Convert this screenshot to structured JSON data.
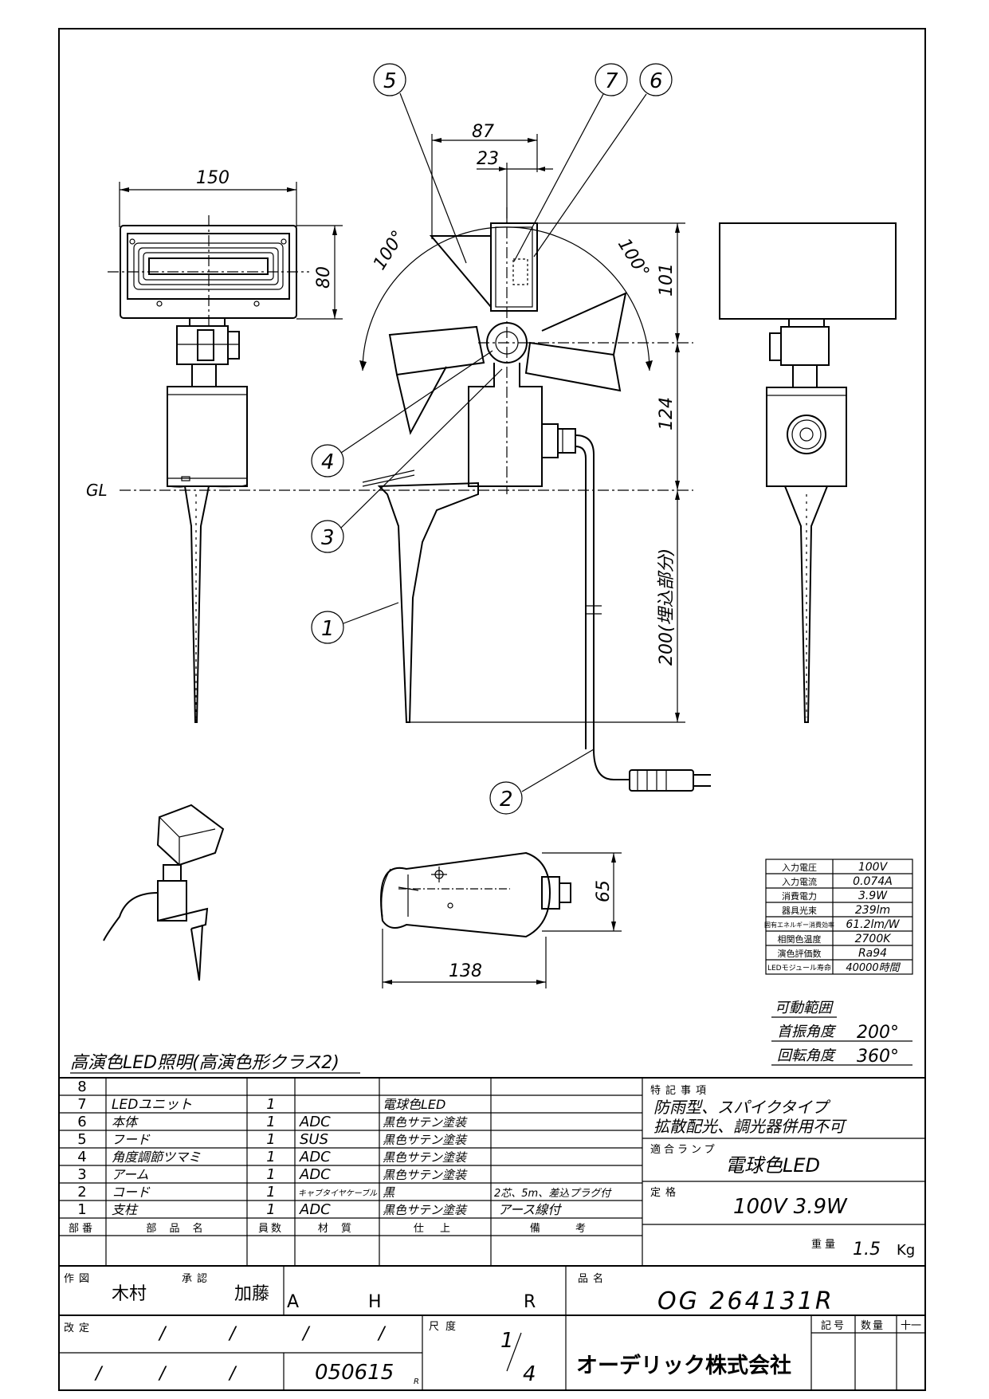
{
  "dims": {
    "d150": "150",
    "d80": "80",
    "d87": "87",
    "d23": "23",
    "d101": "101",
    "d124": "124",
    "d200": "200(埋込部分)",
    "d65": "65",
    "d138": "138",
    "angle_left": "100°",
    "angle_right": "100°",
    "gl": "GL"
  },
  "callouts": [
    "1",
    "2",
    "3",
    "4",
    "5",
    "6",
    "7"
  ],
  "specs": [
    {
      "label": "入力電圧",
      "value": "100V"
    },
    {
      "label": "入力電流",
      "value": "0.074A"
    },
    {
      "label": "消費電力",
      "value": "3.9W"
    },
    {
      "label": "器具光束",
      "value": "239lm"
    },
    {
      "label": "固有エネルギー消費効率",
      "value": "61.2lm/W"
    },
    {
      "label": "相関色温度",
      "value": "2700K"
    },
    {
      "label": "演色評価数",
      "value": "Ra94"
    },
    {
      "label": "LEDモジュール寿命",
      "value": "40000時間"
    }
  ],
  "range": {
    "title": "可動範囲",
    "pan_label": "首振角度",
    "pan_value": "200°",
    "rot_label": "回転角度",
    "rot_value": "360°"
  },
  "drawing_title": "高演色LED照明(高演色形クラス2)",
  "parts": [
    {
      "no": "8",
      "name": "",
      "qty": "",
      "material": "",
      "finish": "",
      "note": ""
    },
    {
      "no": "7",
      "name": "LEDユニット",
      "qty": "1",
      "material": "",
      "finish": "電球色LED",
      "note": ""
    },
    {
      "no": "6",
      "name": "本体",
      "qty": "1",
      "material": "ADC",
      "finish": "黒色サテン塗装",
      "note": ""
    },
    {
      "no": "5",
      "name": "フード",
      "qty": "1",
      "material": "SUS",
      "finish": "黒色サテン塗装",
      "note": ""
    },
    {
      "no": "4",
      "name": "角度調節ツマミ",
      "qty": "1",
      "material": "ADC",
      "finish": "黒色サテン塗装",
      "note": ""
    },
    {
      "no": "3",
      "name": "アーム",
      "qty": "1",
      "material": "ADC",
      "finish": "黒色サテン塗装",
      "note": ""
    },
    {
      "no": "2",
      "name": "コード",
      "qty": "1",
      "material": "キャブタイヤケーブル",
      "finish": "黒",
      "note": "2芯、5m、差込プラグ付"
    },
    {
      "no": "1",
      "name": "支柱",
      "qty": "1",
      "material": "ADC",
      "finish": "黒色サテン塗装",
      "note": "アース線付"
    }
  ],
  "parts_header": {
    "no": "部番",
    "name": "部 品 名",
    "qty": "員数",
    "material": "材 質",
    "finish": "仕 上",
    "note": "備 考"
  },
  "notes": {
    "label": "特記事項",
    "line1": "防雨型、スパイクタイプ",
    "line2": "拡散配光、調光器併用不可",
    "lamp_label": "適合ランプ",
    "lamp_value": "電球色LED",
    "rating_label": "定格",
    "rating_value": "100V 3.9W",
    "weight_label": "重量",
    "weight_value": "1.5",
    "weight_unit": "Kg"
  },
  "title_block": {
    "drawn_label": "作図",
    "drawn_by": "木村",
    "approved_label": "承認",
    "approved_by": "加藤",
    "col_a": "A",
    "col_h": "H",
    "col_r": "R",
    "product_label": "品名",
    "product_no": "OG 264131R",
    "rev_label": "改定",
    "scale_label": "尺度",
    "scale_num": "1",
    "scale_den": "4",
    "date": "050615",
    "date_suffix": "R",
    "company": "オーデリック株式会社",
    "sym_label": "記号",
    "qty_label": "数量",
    "misc_label": "十一",
    "slash": "/"
  }
}
